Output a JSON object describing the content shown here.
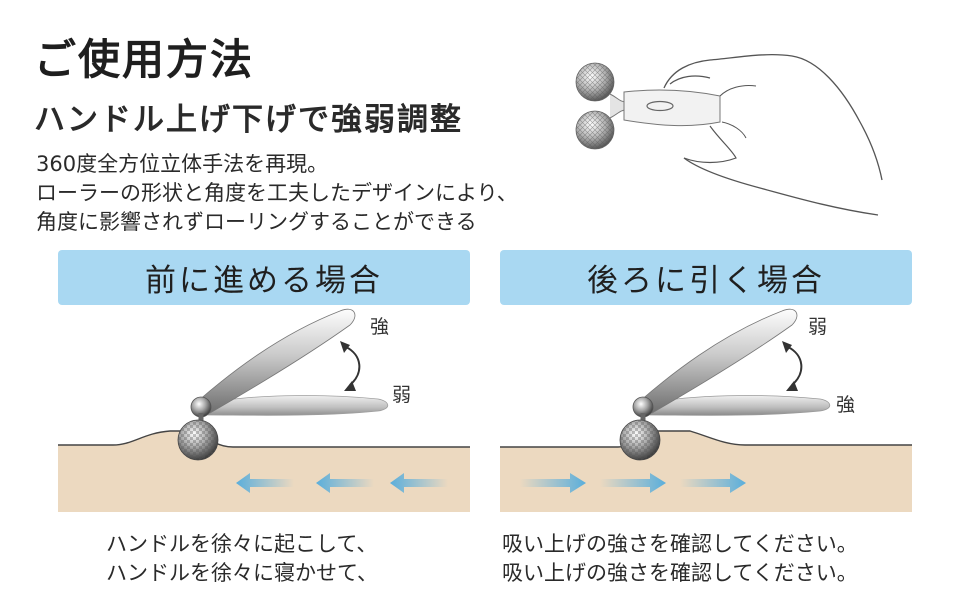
{
  "header": {
    "title": "ご使用方法",
    "subtitle": "ハンドル上げ下げで強弱調整"
  },
  "description": {
    "lines": [
      "360度全方位立体手法を再現。",
      "ローラーの形状と角度を工夫したデザインにより、",
      "角度に影響されずローリングすることができる"
    ]
  },
  "panels": {
    "forward": {
      "title": "前に進める場合",
      "upper_label": "強",
      "lower_label": "弱",
      "caption_lines": [
        "ハンドルを徐々に起こして、",
        "ハンドルを徐々に寝かせて、"
      ]
    },
    "backward": {
      "title": "後ろに引く場合",
      "upper_label": "弱",
      "lower_label": "強",
      "caption_lines": [
        "吸い上げの強さを確認してください。",
        "吸い上げの強さを確認してください。"
      ]
    }
  },
  "colors": {
    "header_bg": "#a9d8f2",
    "skin": "#ecd9c0",
    "arrow": "#5aaedb"
  },
  "icons": {
    "hero": "hand-holding-roller-icon",
    "direction": "arrow-icon",
    "angle": "curved-double-arrow-icon"
  }
}
